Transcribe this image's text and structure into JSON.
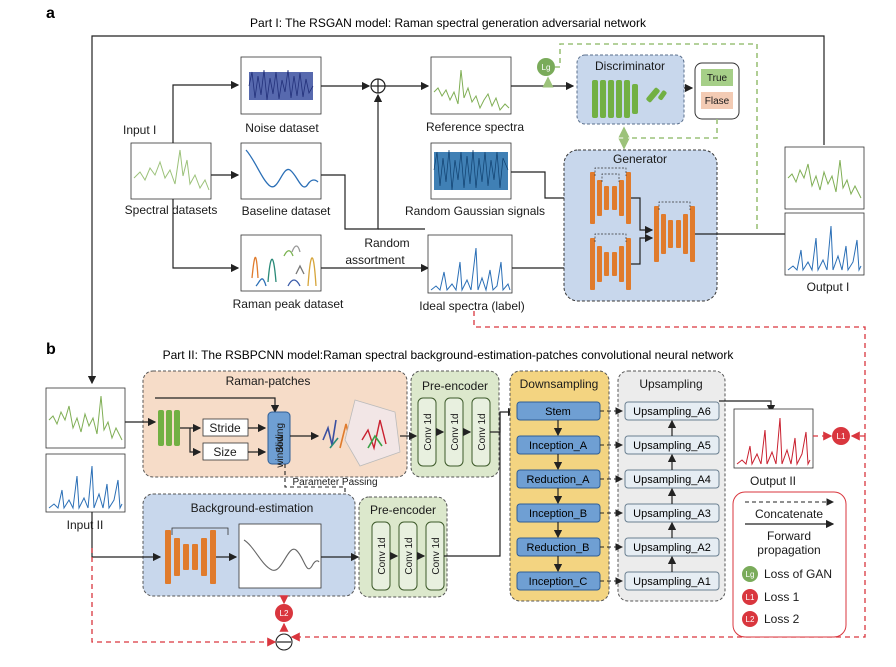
{
  "panel_a": {
    "letter": "a",
    "title": "Part I: The RSGAN model: Raman spectral generation adversarial network",
    "input_label": "Input I",
    "noise_label": "Noise dataset",
    "spectral_label": "Spectral datasets",
    "baseline_label": "Baseline dataset",
    "raman_peak_label": "Raman peak dataset",
    "random_label": "Random",
    "assortment_label": "assortment",
    "reference_label": "Reference spectra",
    "ideal_label": "Ideal spectra (label)",
    "gaussian_label": "Random Gaussian signals",
    "discriminator_label": "Discriminator",
    "generator_label": "Generator",
    "true_label": "True",
    "false_label": "Flase",
    "lg_label": "Lg",
    "output_label": "Output I"
  },
  "panel_b": {
    "letter": "b",
    "title": "Part II: The RSBPCNN model:Raman spectral background-estimation-patches convolutional neural network",
    "input_label": "Input II",
    "raman_patches_label": "Raman-patches",
    "stride_label": "Stride",
    "size_label": "Size",
    "sliding_label_1": "Sliding",
    "sliding_label_2": "window",
    "param_label": "Parameter Passing",
    "pre_encoder_label": "Pre-encoder",
    "conv_label": "Conv 1d",
    "background_label": "Background-estimation",
    "downsampling_label": "Downsampling",
    "upsampling_label": "Upsampling",
    "down_blocks": [
      "Stem",
      "Inception_A",
      "Reduction_A",
      "Inception_B",
      "Reduction_B",
      "Inception_C"
    ],
    "up_blocks": [
      "Upsampling_A6",
      "Upsampling_A5",
      "Upsampling_A4",
      "Upsampling_A3",
      "Upsampling_A2",
      "Upsampling_A1"
    ],
    "output_label": "Output II",
    "l1_label": "L1",
    "l2_label": "L2"
  },
  "legend": {
    "concatenate": "Concatenate",
    "forward_1": "Forward",
    "forward_2": "propagation",
    "lg_badge": "Lg",
    "lg_text": "Loss of GAN",
    "l1_badge": "L1",
    "l1_text": "Loss 1",
    "l2_badge": "L2",
    "l2_text": "Loss 2"
  },
  "colors": {
    "green_spectrum": "#7fae54",
    "blue_spectrum": "#2b6fb6",
    "red_spectrum": "#c9202f",
    "loss_red": "#d9363e",
    "loss_green": "#7aab5a",
    "orange_layer": "#e07b2c",
    "green_layer": "#72b043",
    "down_panel": "#f3d481",
    "gen_panel": "#c8d7ec",
    "patch_panel": "#f6dcc8"
  }
}
